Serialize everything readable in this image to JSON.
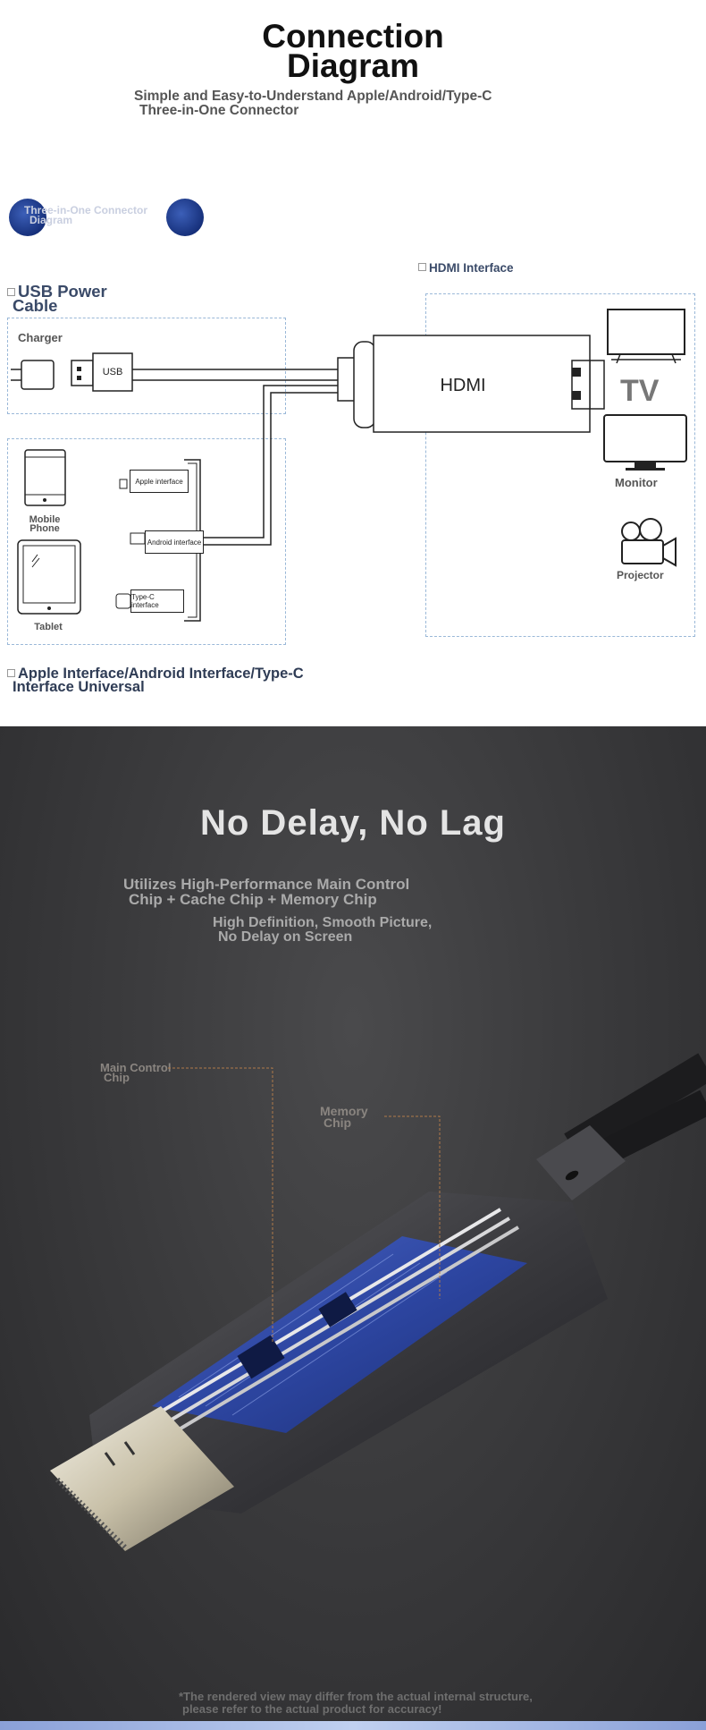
{
  "header": {
    "title_line1": "Connection",
    "title_line2": "Diagram",
    "subtitle_line1": "Simple and Easy-to-Understand Apple/Android/Type-C",
    "subtitle_line2": "Three-in-One Connector"
  },
  "badge": {
    "line1": "Three-in-One Connector",
    "line2": "Diagram"
  },
  "diagram": {
    "usb_power_line1": "USB Power",
    "usb_power_line2": "Cable",
    "hdmi_interface": "HDMI Interface",
    "charger": "Charger",
    "usb": "USB",
    "hdmi": "HDMI",
    "tv": "TV",
    "monitor": "Monitor",
    "projector": "Projector",
    "mobile_line1": "Mobile",
    "mobile_line2": "Phone",
    "tablet": "Tablet",
    "apple_interface": "Apple interface",
    "android_interface": "Android interface",
    "typec_interface": "Type-C interface",
    "universal_line1": "Apple Interface/Android Interface/Type-C",
    "universal_line2": "Interface Universal"
  },
  "feature": {
    "headline": "No Delay, No Lag",
    "para1_line1": "Utilizes High-Performance Main Control",
    "para1_line2": "Chip + Cache Chip + Memory Chip",
    "para2_line1": "High Definition, Smooth Picture,",
    "para2_line2": "No Delay on Screen",
    "main_chip_line1": "Main Control",
    "main_chip_line2": "Chip",
    "memory_chip_line1": "Memory",
    "memory_chip_line2": "Chip",
    "disclaimer_line1": "*The rendered view may differ from the actual internal structure,",
    "disclaimer_line2": "please refer to the actual product for accuracy!"
  },
  "colors": {
    "accent_blue": "#17317c",
    "dashed_border": "#9ab8d8",
    "dark_bg": "#3b3b3d",
    "leader_line": "#b07a4a"
  }
}
